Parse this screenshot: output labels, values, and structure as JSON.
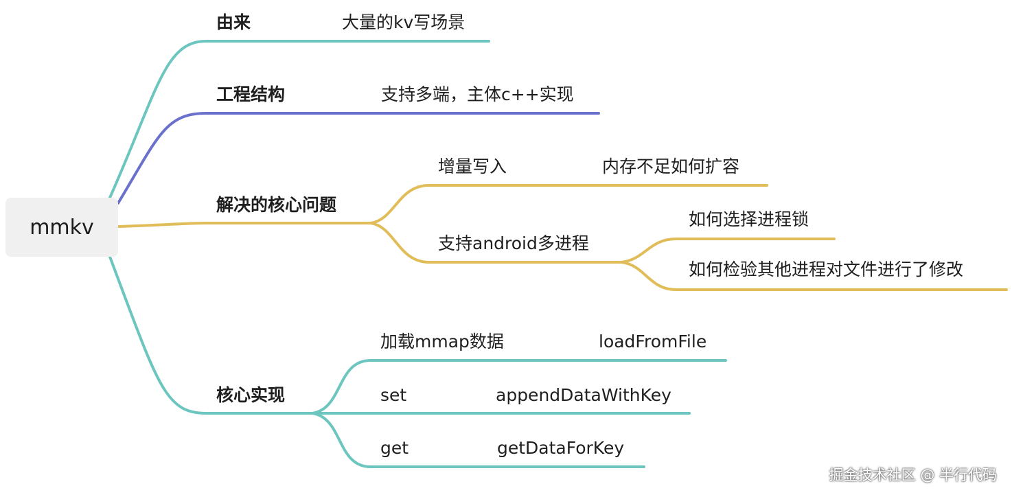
{
  "root": {
    "label": "mmkv"
  },
  "colors": {
    "teal": "#6cc6bf",
    "blue": "#6a71cc",
    "gold": "#e0bd59"
  },
  "branches": [
    {
      "label": "由来",
      "color": "teal",
      "children": [
        {
          "label": "大量的kv写场景"
        }
      ]
    },
    {
      "label": "工程结构",
      "color": "blue",
      "children": [
        {
          "label": "支持多端，主体c++实现"
        }
      ]
    },
    {
      "label": "解决的核心问题",
      "color": "gold",
      "children": [
        {
          "label": "增量写入",
          "children": [
            {
              "label": "内存不足如何扩容"
            }
          ]
        },
        {
          "label": "支持android多进程",
          "children": [
            {
              "label": "如何选择进程锁"
            },
            {
              "label": "如何检验其他进程对文件进行了修改"
            }
          ]
        }
      ]
    },
    {
      "label": "核心实现",
      "color": "teal",
      "children": [
        {
          "label": "加载mmap数据",
          "children": [
            {
              "label": "loadFromFile"
            }
          ]
        },
        {
          "label": "set",
          "children": [
            {
              "label": "appendDataWithKey"
            }
          ]
        },
        {
          "label": "get",
          "children": [
            {
              "label": "getDataForKey"
            }
          ]
        }
      ]
    }
  ],
  "watermark": "掘金技术社区 @ 半行代码"
}
